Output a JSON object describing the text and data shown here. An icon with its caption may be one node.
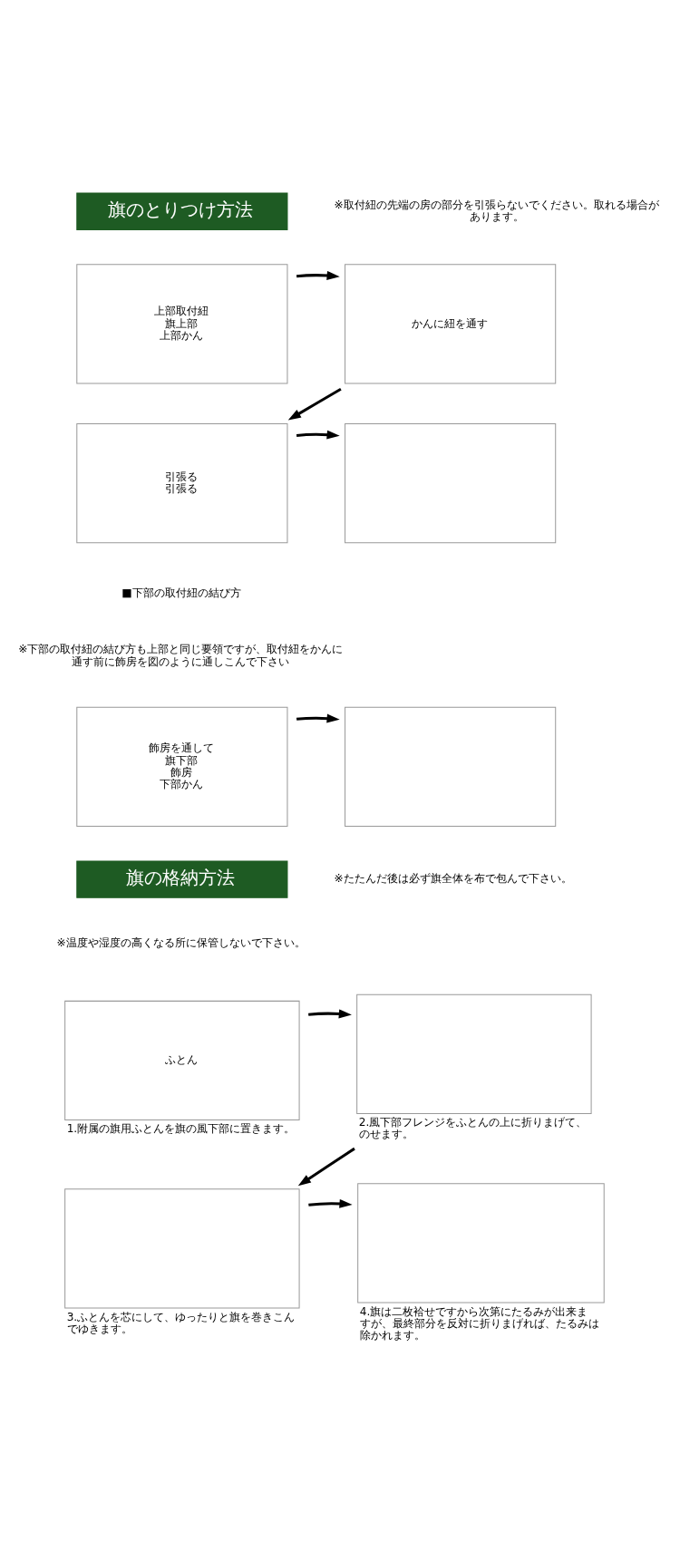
{
  "diagram": {
    "nodes": [
      {
        "text": [
          "旗のとりつけ方法"
        ]
      },
      {
        "text": [
          "上部取付紐",
          "旗上部",
          "上部かん"
        ]
      },
      {
        "text": [
          "かんに紐を通す"
        ]
      },
      {
        "text": [
          "引張る",
          "引張る"
        ]
      },
      {
        "text": [],
        "shape": "box"
      },
      {
        "text": [
          "飾房を通して",
          "旗下部",
          "飾房",
          "下部かん"
        ]
      },
      {
        "text": [],
        "shape": "box"
      },
      {
        "text": [
          "旗の格納方法"
        ]
      },
      {
        "text": [
          "ふとん"
        ],
        "beside": [
          "1.附属の旗用ふとんを旗の風下部に置きます。"
        ]
      },
      {
        "text": [],
        "shape": "box",
        "beside": [
          "2.風下部フレンジをふとんの上に折りまげて、のせます。"
        ]
      },
      {
        "text": [],
        "shape": "box",
        "beside": [
          "3.ふとんを芯にして、ゆったりと旗を巻きこんでゆきます。"
        ]
      },
      {
        "text": [],
        "shape": "box",
        "beside": [
          "4.旗は二枚袷せですから次第にたるみが出来ますが、最終部分を反対に折りまげれば、たるみは除かれます。"
        ]
      }
    ],
    "edges": [
      {
        "from": 1,
        "to": 2,
        "arrow": "to"
      },
      {
        "from": 2,
        "to": 3,
        "arrow": "to"
      },
      {
        "from": 3,
        "to": 4,
        "arrow": "to"
      },
      {
        "from": 5,
        "to": 6,
        "arrow": "to"
      },
      {
        "from": 8,
        "to": 9,
        "arrow": "to"
      },
      {
        "from": 9,
        "to": 10,
        "arrow": "to"
      },
      {
        "from": 10,
        "to": 11,
        "arrow": "to"
      }
    ],
    "labels": [
      "※取付紐の先端の房の部分を引張らないでください。取れる場合があります。",
      "■下部の取付紐の結び方",
      "※下部の取付紐の結び方も上部と同じ要領ですが、取付紐をかんに通す前に飾房を図のように通しこんで下さい",
      "※たたんだ後は必ず旗全体を布で包んで下さい。",
      "※温度や湿度の高くなる所に保管しないで下さい。"
    ]
  }
}
